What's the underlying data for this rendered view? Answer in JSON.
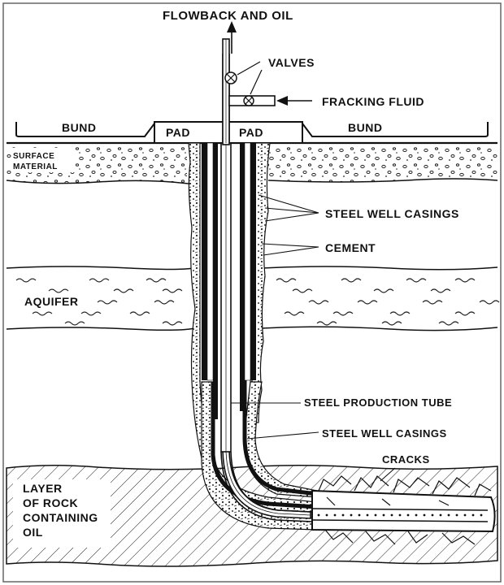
{
  "title": "FLOWBACK AND OIL",
  "labels": {
    "valves": "VALVES",
    "fracking_fluid": "FRACKING FLUID",
    "bund_left": "BUND",
    "pad_left": "PAD",
    "pad_right": "PAD",
    "bund_right": "BUND",
    "surface_material_1": "SURFACE",
    "surface_material_2": "MATERIAL",
    "steel_well_casings_upper": "STEEL WELL CASINGS",
    "cement": "CEMENT",
    "aquifer": "AQUIFER",
    "steel_production_tube": "STEEL PRODUCTION TUBE",
    "steel_well_casings_lower": "STEEL WELL CASINGS",
    "cracks": "CRACKS",
    "rock_layer_1": "LAYER",
    "rock_layer_2": "OF ROCK",
    "rock_layer_3": "CONTAINING",
    "rock_layer_4": "OIL"
  },
  "icons": [
    "arrow-up-icon",
    "arrow-left-icon",
    "valve-icon"
  ],
  "colors": {
    "ink": "#111111",
    "paper": "#ffffff",
    "frame": "#666666"
  }
}
